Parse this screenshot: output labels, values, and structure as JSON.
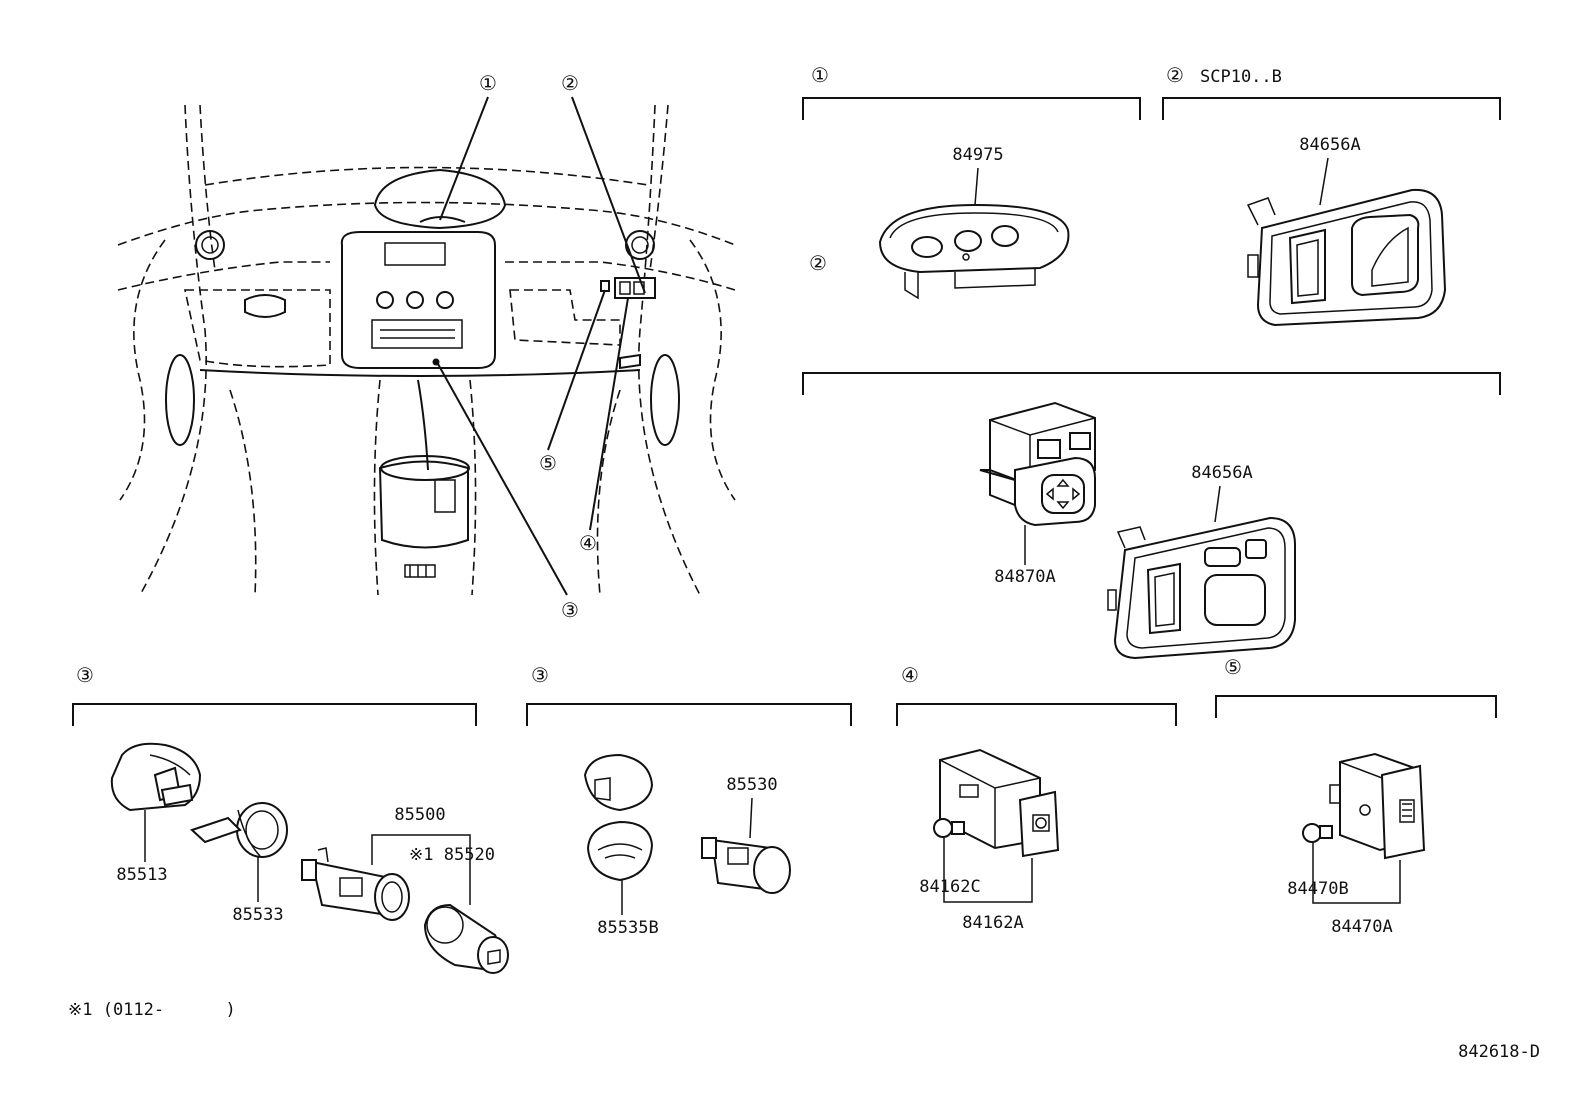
{
  "callouts": {
    "c1": "①",
    "c2": "②",
    "c3": "③",
    "c4": "④",
    "c5": "⑤"
  },
  "groups": {
    "g1": {
      "marker": "①"
    },
    "g2a": {
      "marker": "②",
      "note": "SCP10..B"
    },
    "g2b": {
      "marker": "②"
    },
    "g3a": {
      "marker": "③"
    },
    "g3b": {
      "marker": "③"
    },
    "g4": {
      "marker": "④"
    },
    "g5": {
      "marker": "⑤"
    }
  },
  "parts": {
    "p84975": "84975",
    "p84656a_top": "84656A",
    "p84656a_mid": "84656A",
    "p84870a": "84870A",
    "p85513": "85513",
    "p85533": "85533",
    "p85500": "85500",
    "p85520": "※1 85520",
    "p85530": "85530",
    "p85535b": "85535B",
    "p84162c": "84162C",
    "p84162a": "84162A",
    "p84470b": "84470B",
    "p84470a": "84470A"
  },
  "footnote": "※1 (0112-      )",
  "drawing_id": "842618-D",
  "colors": {
    "ink": "#111111",
    "paper": "#ffffff"
  }
}
